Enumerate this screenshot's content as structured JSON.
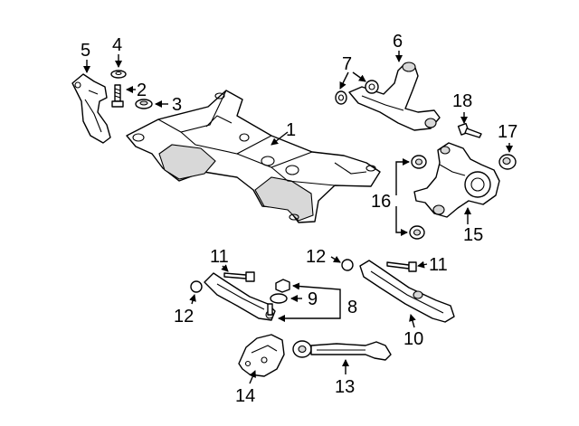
{
  "callouts": {
    "c1": "1",
    "c2": "2",
    "c3": "3",
    "c4": "4",
    "c5": "5",
    "c6": "6",
    "c7": "7",
    "c8": "8",
    "c9": "9",
    "c10": "10",
    "c11a": "11",
    "c11b": "11",
    "c12a": "12",
    "c12b": "12",
    "c13": "13",
    "c14": "14",
    "c15": "15",
    "c16": "16",
    "c17": "17",
    "c18": "18"
  }
}
